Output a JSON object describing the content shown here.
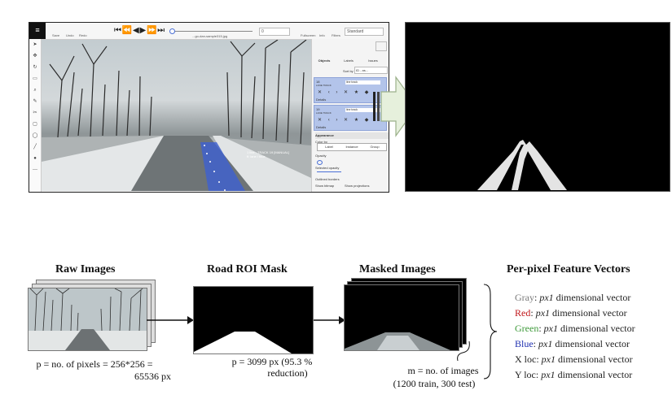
{
  "tool": {
    "menu_glyph": "≡",
    "toolbar_left": [
      "Save",
      "Undo",
      "Redo"
    ],
    "player_glyphs": "⏮ ⏪ ◀ ▶ ⏩ ⏭",
    "frame_number": "0",
    "filename": "...go-dan-sample315.jpg",
    "toolbar_right": [
      "Fullscreen",
      "Info",
      "Filters"
    ],
    "workspace_select": "Standard",
    "left_tool_glyphs": [
      "➤",
      "✥",
      "↻",
      "▭",
      "⌕",
      "✎",
      "✂",
      "▢",
      "◯",
      "╱",
      "●",
      "—"
    ],
    "overlay_label_line1": "1 line - TRACK 19 [MANUAL]",
    "overlay_label_line2": "fi: lane / blue",
    "panel": {
      "tabs": [
        "Objects",
        "Labels",
        "Issues"
      ],
      "sort_label": "Sort by",
      "sort_value": "ID - as...",
      "object1_id": "18",
      "object1_label": "line track",
      "object1_sub": "LANE TRACK",
      "object2_id": "19",
      "object2_label": "line track",
      "object2_sub": "LANE TRACK",
      "details": "Details",
      "appearance": "Appearance",
      "color_by": "Color by",
      "color_options": [
        "Label",
        "Instance",
        "Group"
      ],
      "opacity": "Opacity",
      "selected_opacity": "Selected opacity",
      "outlined_borders": "Outlined borders",
      "show_bitmap": "Show bitmap",
      "show_projections": "Show projections"
    }
  },
  "pipeline": {
    "raw_title": "Raw Images",
    "raw_caption_l1": "p = no. of pixels = 256*256 =",
    "raw_caption_l2": "65536 px",
    "mask_title": "Road ROI Mask",
    "mask_caption_l1": "p = 3099 px (95.3 %",
    "mask_caption_l2": "reduction)",
    "masked_title": "Masked Images",
    "masked_caption_l1": "m = no. of images",
    "masked_caption_l2": "(1200 train, 300 test)",
    "features_title": "Per-pixel Feature Vectors",
    "features": [
      {
        "name": "Gray",
        "color": "#7a7a7a",
        "dim": "px1",
        "rest": "dimensional vector"
      },
      {
        "name": "Red",
        "color": "#c0171b",
        "dim": "px1",
        "rest": "dimensional vector"
      },
      {
        "name": "Green",
        "color": "#3e9a3a",
        "dim": "px1",
        "rest": "dimensional vector"
      },
      {
        "name": "Blue",
        "color": "#1f2fb0",
        "dim": "px1",
        "rest": "dimensional vector"
      },
      {
        "name": "X loc",
        "color": "#222222",
        "dim": "px1",
        "rest": "dimensional vector"
      },
      {
        "name": "Y loc",
        "color": "#222222",
        "dim": "px1",
        "rest": "dimensional vector"
      }
    ]
  }
}
